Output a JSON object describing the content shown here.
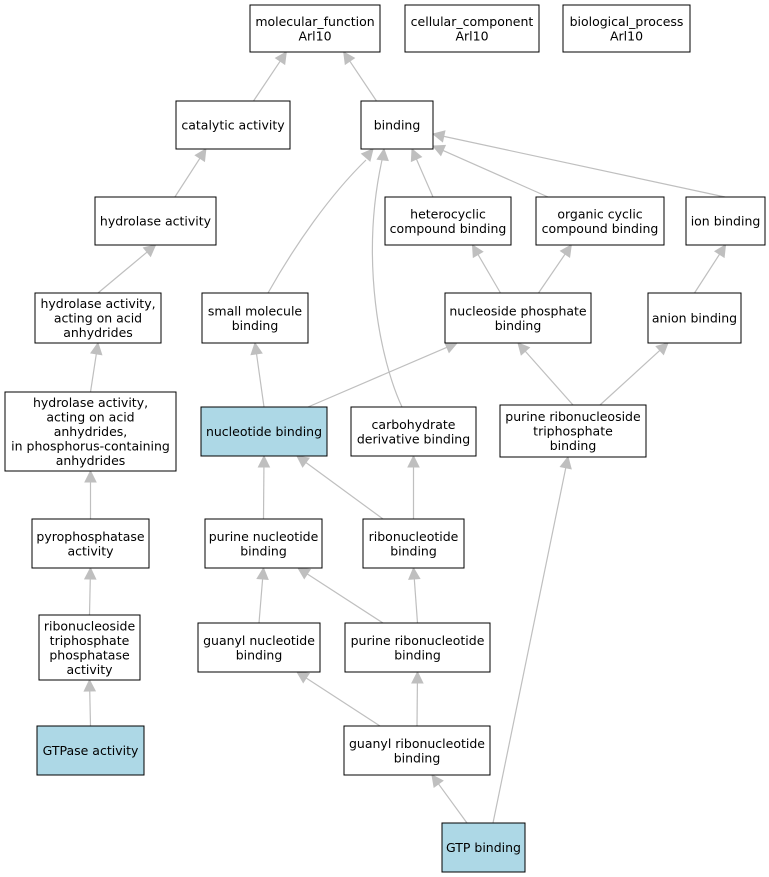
{
  "nodes": [
    {
      "id": "mf",
      "lines": [
        "molecular_function",
        "Arl10"
      ],
      "highlight": false
    },
    {
      "id": "cc",
      "lines": [
        "cellular_component",
        "Arl10"
      ],
      "highlight": false
    },
    {
      "id": "bp",
      "lines": [
        "biological_process",
        "Arl10"
      ],
      "highlight": false
    },
    {
      "id": "cat",
      "lines": [
        "catalytic activity"
      ],
      "highlight": false
    },
    {
      "id": "bind",
      "lines": [
        "binding"
      ],
      "highlight": false
    },
    {
      "id": "hyd",
      "lines": [
        "hydrolase activity"
      ],
      "highlight": false
    },
    {
      "id": "het",
      "lines": [
        "heterocyclic",
        "compound binding"
      ],
      "highlight": false
    },
    {
      "id": "org",
      "lines": [
        "organic cyclic",
        "compound binding"
      ],
      "highlight": false
    },
    {
      "id": "ion",
      "lines": [
        "ion binding"
      ],
      "highlight": false
    },
    {
      "id": "hydanh",
      "lines": [
        "hydrolase activity,",
        "acting on acid",
        "anhydrides"
      ],
      "highlight": false
    },
    {
      "id": "smb",
      "lines": [
        "small molecule",
        "binding"
      ],
      "highlight": false
    },
    {
      "id": "nsp",
      "lines": [
        "nucleoside phosphate",
        "binding"
      ],
      "highlight": false
    },
    {
      "id": "anion",
      "lines": [
        "anion binding"
      ],
      "highlight": false
    },
    {
      "id": "hydp",
      "lines": [
        "hydrolase activity,",
        "acting on acid",
        "anhydrides,",
        "in phosphorus-containing",
        "anhydrides"
      ],
      "highlight": false
    },
    {
      "id": "nucb",
      "lines": [
        "nucleotide binding"
      ],
      "highlight": true
    },
    {
      "id": "carb",
      "lines": [
        "carbohydrate",
        "derivative binding"
      ],
      "highlight": false
    },
    {
      "id": "prt",
      "lines": [
        "purine ribonucleoside",
        "triphosphate",
        "binding"
      ],
      "highlight": false
    },
    {
      "id": "pyro",
      "lines": [
        "pyrophosphatase",
        "activity"
      ],
      "highlight": false
    },
    {
      "id": "pnb",
      "lines": [
        "purine nucleotide",
        "binding"
      ],
      "highlight": false
    },
    {
      "id": "rnb",
      "lines": [
        "ribonucleotide",
        "binding"
      ],
      "highlight": false
    },
    {
      "id": "rtpa",
      "lines": [
        "ribonucleoside",
        "triphosphate",
        "phosphatase",
        "activity"
      ],
      "highlight": false
    },
    {
      "id": "gnb",
      "lines": [
        "guanyl nucleotide",
        "binding"
      ],
      "highlight": false
    },
    {
      "id": "prnb",
      "lines": [
        "purine ribonucleotide",
        "binding"
      ],
      "highlight": false
    },
    {
      "id": "gtpase",
      "lines": [
        "GTPase activity"
      ],
      "highlight": true
    },
    {
      "id": "grnb",
      "lines": [
        "guanyl ribonucleotide",
        "binding"
      ],
      "highlight": false
    },
    {
      "id": "gtp",
      "lines": [
        "GTP binding"
      ],
      "highlight": true
    }
  ],
  "edges": [
    {
      "from": "cat",
      "to": "mf"
    },
    {
      "from": "bind",
      "to": "mf"
    },
    {
      "from": "hyd",
      "to": "cat"
    },
    {
      "from": "hydanh",
      "to": "hyd"
    },
    {
      "from": "hydp",
      "to": "hydanh"
    },
    {
      "from": "pyro",
      "to": "hydp"
    },
    {
      "from": "rtpa",
      "to": "pyro"
    },
    {
      "from": "gtpase",
      "to": "rtpa"
    },
    {
      "from": "het",
      "to": "bind"
    },
    {
      "from": "org",
      "to": "bind"
    },
    {
      "from": "ion",
      "to": "bind"
    },
    {
      "from": "smb",
      "to": "bind"
    },
    {
      "from": "carb",
      "to": "bind"
    },
    {
      "from": "nsp",
      "to": "het"
    },
    {
      "from": "nsp",
      "to": "org"
    },
    {
      "from": "anion",
      "to": "ion"
    },
    {
      "from": "nucb",
      "to": "smb"
    },
    {
      "from": "nucb",
      "to": "nsp"
    },
    {
      "from": "prt",
      "to": "nsp"
    },
    {
      "from": "prt",
      "to": "anion"
    },
    {
      "from": "pnb",
      "to": "nucb"
    },
    {
      "from": "rnb",
      "to": "nucb"
    },
    {
      "from": "rnb",
      "to": "carb"
    },
    {
      "from": "gnb",
      "to": "pnb"
    },
    {
      "from": "prnb",
      "to": "pnb"
    },
    {
      "from": "prnb",
      "to": "rnb"
    },
    {
      "from": "grnb",
      "to": "gnb"
    },
    {
      "from": "grnb",
      "to": "prnb"
    },
    {
      "from": "gtp",
      "to": "grnb"
    },
    {
      "from": "gtp",
      "to": "prt"
    }
  ]
}
